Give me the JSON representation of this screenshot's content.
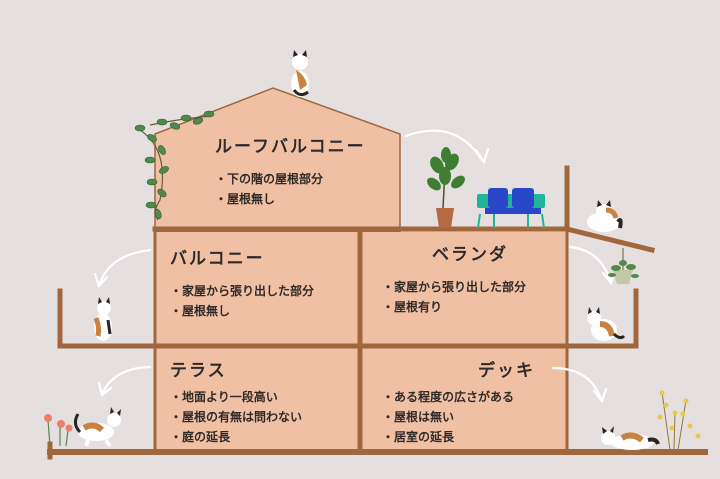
{
  "sections": [
    {
      "id": "roof-balcony",
      "title": "ルーフバルコニー",
      "points": [
        "下の階の屋根部分",
        "屋根無し"
      ]
    },
    {
      "id": "balcony",
      "title": "バルコニー",
      "points": [
        "家屋から張り出した部分",
        "屋根無し"
      ]
    },
    {
      "id": "veranda",
      "title": "ベランダ",
      "points": [
        "家屋から張り出した部分",
        "屋根有り"
      ]
    },
    {
      "id": "terrace",
      "title": "テラス",
      "points": [
        "地面より一段高い",
        "屋根の有無は問わない",
        "庭の延長"
      ]
    },
    {
      "id": "deck",
      "title": "デッキ",
      "points": [
        "ある程度の広さがある",
        "屋根は無い",
        "居室の延長"
      ]
    }
  ],
  "colors": {
    "background": "#e6dfe0",
    "wall": "#f0c0a5",
    "outline": "#a0673c",
    "text": "#2f2a28",
    "arrow": "#ffffff",
    "sofa": "#2a46c8",
    "sofa_frame": "#1fb59a",
    "plant": "#3f7d33"
  },
  "icons": [
    "cat-icon",
    "plant-icon",
    "sofa-icon",
    "arrow-icon",
    "flower-icon"
  ]
}
